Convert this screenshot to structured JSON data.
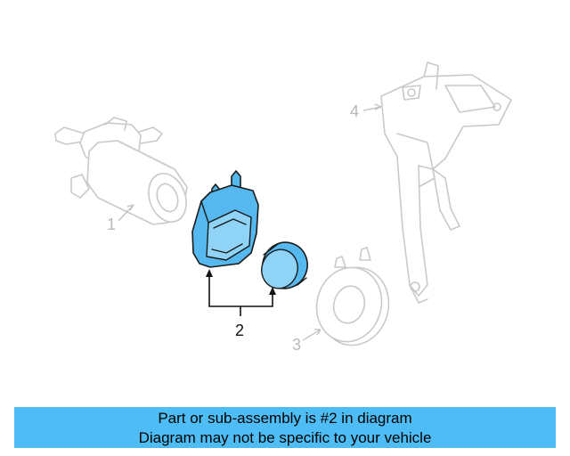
{
  "diagram": {
    "callouts": [
      {
        "number": "1",
        "highlighted": false
      },
      {
        "number": "2",
        "highlighted": true
      },
      {
        "number": "3",
        "highlighted": false
      },
      {
        "number": "4",
        "highlighted": false
      }
    ],
    "highlight_color": "#55b8ee",
    "ghost_color": "#c9c9c9"
  },
  "banner": {
    "line1": "Part or sub-assembly is #2 in diagram",
    "line2": "Diagram may not be specific to your vehicle",
    "background_color": "#4fbdf5"
  }
}
